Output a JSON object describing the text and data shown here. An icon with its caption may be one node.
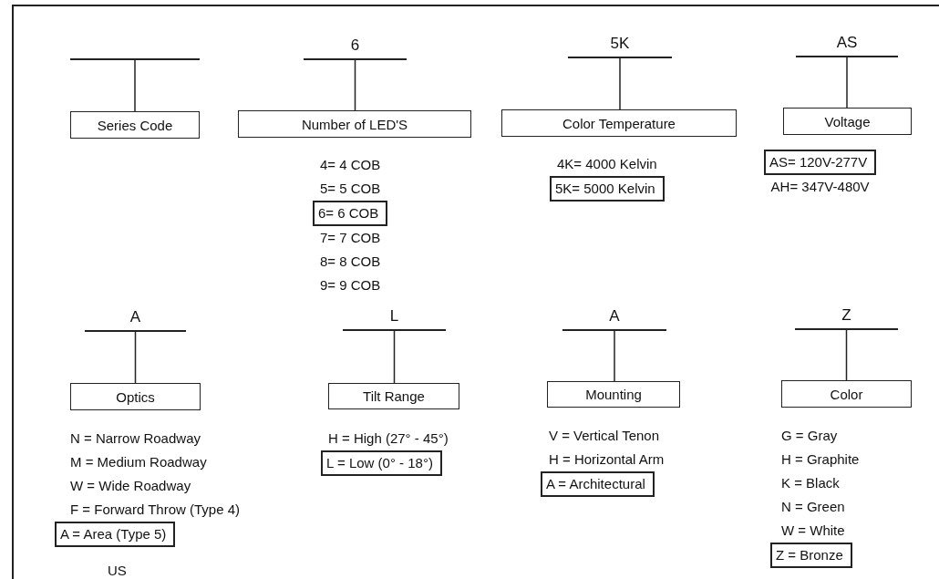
{
  "diagram": {
    "nodes": [
      {
        "text": [],
        "shape": "bar"
      },
      {
        "text": [
          "Series Code"
        ]
      },
      {
        "text": [
          "6"
        ]
      },
      {
        "text": [
          "Number of LED'S"
        ]
      },
      {
        "text": [
          "6= 6 COB"
        ]
      },
      {
        "text": [
          "5K"
        ]
      },
      {
        "text": [
          "Color Temperature"
        ]
      },
      {
        "text": [
          "5K= 5000 Kelvin"
        ]
      },
      {
        "text": [
          "AS"
        ]
      },
      {
        "text": [
          "Voltage"
        ]
      },
      {
        "text": [
          "AS= 120V-277V"
        ]
      },
      {
        "text": [
          "A"
        ]
      },
      {
        "text": [
          "Optics"
        ]
      },
      {
        "text": [
          "A = Area (Type 5)"
        ]
      },
      {
        "text": [
          "L"
        ]
      },
      {
        "text": [
          "Tilt Range"
        ]
      },
      {
        "text": [
          "L = Low (0° - 18°)"
        ]
      },
      {
        "text": [
          "A"
        ]
      },
      {
        "text": [
          "Mounting"
        ]
      },
      {
        "text": [
          "A = Architectural"
        ]
      },
      {
        "text": [
          "Z"
        ]
      },
      {
        "text": [
          "Color"
        ]
      },
      {
        "text": [
          "Z = Bronze"
        ]
      }
    ],
    "edges": [
      {
        "from": 0,
        "to": 1,
        "arrow": "none"
      },
      {
        "from": 2,
        "to": 3,
        "arrow": "none"
      },
      {
        "from": 5,
        "to": 6,
        "arrow": "none"
      },
      {
        "from": 8,
        "to": 9,
        "arrow": "none"
      },
      {
        "from": 11,
        "to": 12,
        "arrow": "none"
      },
      {
        "from": 14,
        "to": 15,
        "arrow": "none"
      },
      {
        "from": 17,
        "to": 18,
        "arrow": "none"
      },
      {
        "from": 20,
        "to": 21,
        "arrow": "none"
      }
    ],
    "labels": [
      "4= 4 COB",
      "5= 5 COB",
      "7= 7 COB",
      "8= 8 COB",
      "9= 9 COB",
      "4K= 4000 Kelvin",
      "AH= 347V-480V",
      "N = Narrow Roadway",
      "M = Medium Roadway",
      "W = Wide Roadway",
      "F = Forward Throw (Type 4)",
      "H = High (27° - 45°)",
      "V = Vertical Tenon",
      "H = Horizontal Arm",
      "G = Gray",
      "H = Graphite",
      "K = Black",
      "N = Green",
      "W = White",
      "US"
    ]
  }
}
